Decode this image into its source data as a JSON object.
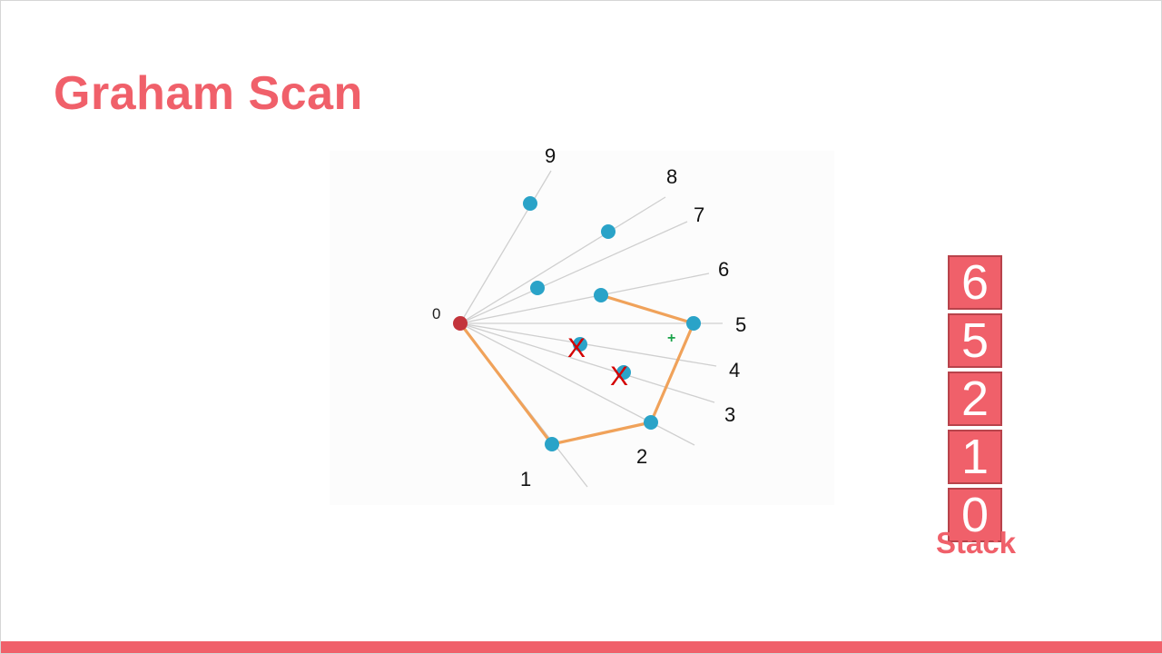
{
  "slide": {
    "title": "Graham Scan"
  },
  "diagram": {
    "origin_label": "0",
    "point_labels": [
      "1",
      "2",
      "3",
      "4",
      "5",
      "6",
      "7",
      "8",
      "9"
    ],
    "rejected_mark": "X",
    "turn_mark": "+",
    "colors": {
      "origin": "#c3343b",
      "point": "#2aa3c8",
      "hull_edge": "#f0a25a",
      "ray": "#cfcfcf",
      "rejected": "#d40000",
      "turn_mark": "#1aa34a"
    }
  },
  "stack": {
    "items": [
      "6",
      "5",
      "2",
      "1",
      "0"
    ],
    "label": "Stack",
    "color": "#f0606a"
  }
}
